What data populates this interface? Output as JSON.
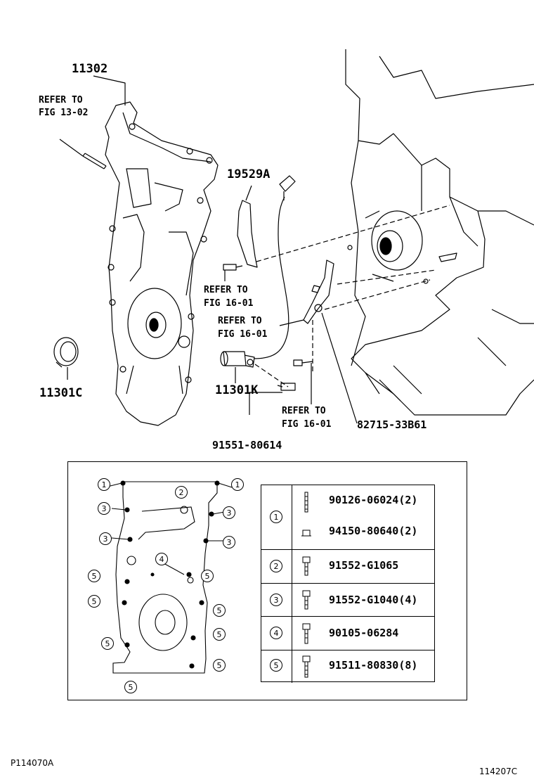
{
  "callouts": {
    "timing_cover": "11302",
    "refer_13": [
      "REFER TO",
      "FIG 13-02"
    ],
    "oil_seal": "11301C",
    "bracket": "19529A",
    "refer_a": [
      "REFER TO",
      "FIG 16-01"
    ],
    "refer_b": [
      "REFER TO",
      "FIG 16-01"
    ],
    "sensor": "11301K",
    "refer_c": [
      "REFER TO",
      "FIG 16-01"
    ],
    "bolt": "91551-80614",
    "plate": "82715-33B61"
  },
  "legend": {
    "rows": [
      {
        "num": "1",
        "parts": [
          "90126-06024(2)",
          "94150-80640(2)"
        ]
      },
      {
        "num": "2",
        "parts": [
          "91552-G1065"
        ]
      },
      {
        "num": "3",
        "parts": [
          "91552-G1040(4)"
        ]
      },
      {
        "num": "4",
        "parts": [
          "90105-06284"
        ]
      },
      {
        "num": "5",
        "parts": [
          "91511-80830(8)"
        ]
      }
    ],
    "cover_markers": [
      "1",
      "1",
      "2",
      "3",
      "3",
      "3",
      "3",
      "4",
      "5",
      "5",
      "5",
      "5",
      "5",
      "5",
      "5",
      "5"
    ]
  },
  "footer": {
    "left": "P114070A",
    "right": "114207C"
  }
}
